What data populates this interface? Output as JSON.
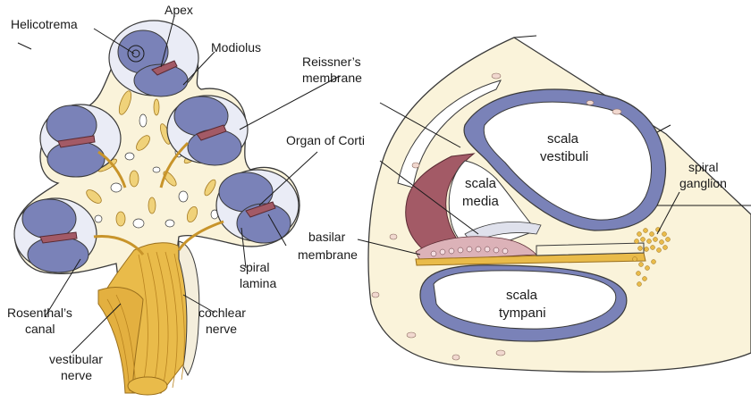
{
  "labels": {
    "helicotrema": "Helicotrema",
    "apex": "Apex",
    "modiolus": "Modiolus",
    "reissner_1": "Reissner’s",
    "reissner_2": "membrane",
    "organ_of_corti": "Organ of Corti",
    "basilar_1": "basilar",
    "basilar_2": "membrane",
    "spiral_lamina_1": "spiral",
    "spiral_lamina_2": "lamina",
    "rosenthal_1": "Rosenthal’s",
    "rosenthal_2": "canal",
    "cochlear_1": "cochlear",
    "cochlear_2": "nerve",
    "vestibular_1": "vestibular",
    "vestibular_2": "nerve",
    "spiral_ganglion_1": "spiral",
    "spiral_ganglion_2": "ganglion",
    "scala_vestibuli_1": "scala",
    "scala_vestibuli_2": "vestibuli",
    "scala_media_1": "scala",
    "scala_media_2": "media",
    "scala_tympani_1": "scala",
    "scala_tympani_2": "tympani"
  },
  "colors": {
    "bone": "#faf3da",
    "outline": "#3a3a3a",
    "scala": "#7a82b8",
    "scala_light": "#eaecf6",
    "stria": "#a35a66",
    "stria_light": "#d8aab3",
    "nerve": "#e9bb4a",
    "nerve_dark": "#c8942a",
    "organ": "#dcb2b8",
    "tectorial": "#dfe1ec"
  }
}
